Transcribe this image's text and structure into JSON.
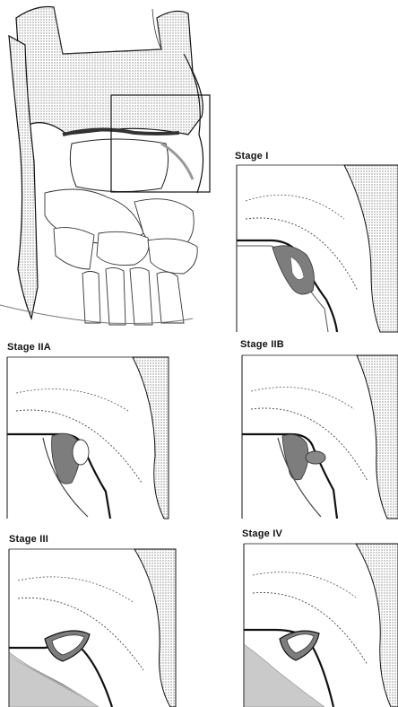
{
  "panels": {
    "stage_1": {
      "label": "Stage I"
    },
    "stage_2a": {
      "label": "Stage IIA"
    },
    "stage_2b": {
      "label": "Stage IIB"
    },
    "stage_3": {
      "label": "Stage III"
    },
    "stage_4": {
      "label": "Stage IV"
    }
  },
  "colors": {
    "ink": "#111111",
    "stipple": "#9a9a9a",
    "lesion": "#7d7d7d",
    "paper": "#ffffff"
  }
}
